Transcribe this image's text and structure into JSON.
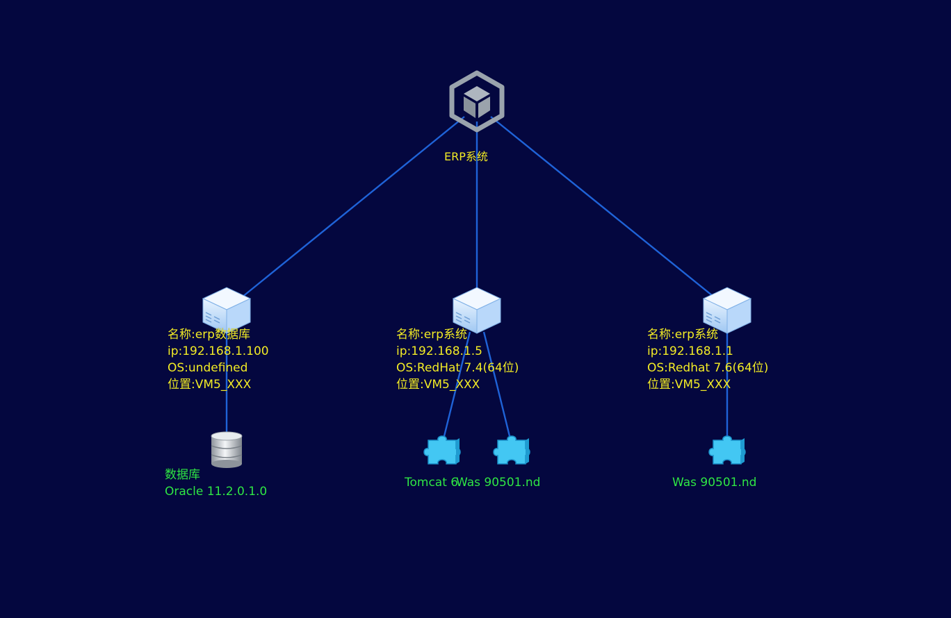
{
  "colors": {
    "background": "#04073f",
    "edge": "#1f63d8",
    "node_label": "#f3ec2b",
    "app_label": "#2fe64a",
    "system_icon": "#9aa3ad",
    "server_icon": "#cfe6ff",
    "middleware_icon": "#43c7f3"
  },
  "system": {
    "icon": "cube-hexagon-icon",
    "label": "ERP系统"
  },
  "servers": [
    {
      "icon": "server-icon",
      "name": "名称:erp数据库",
      "ip": "ip:192.168.1.100",
      "os": "OS:undefined",
      "location": "位置:VM5_XXX"
    },
    {
      "icon": "server-icon",
      "name": "名称:erp系统",
      "ip": "ip:192.168.1.5",
      "os": "OS:RedHat 7.4(64位)",
      "location": "位置:VM5_XXX"
    },
    {
      "icon": "server-icon",
      "name": "名称:erp系统",
      "ip": "ip:192.168.1.1",
      "os": "OS:Redhat 7.6(64位)",
      "location": "位置:VM5_XXX"
    }
  ],
  "apps": [
    {
      "icon": "database-icon",
      "type": "数据库",
      "name": "Oracle 11.2.0.1.0"
    },
    {
      "icon": "puzzle-icon",
      "name": "Tomcat 6"
    },
    {
      "icon": "puzzle-icon",
      "name": "Was 90501.nd"
    },
    {
      "icon": "puzzle-icon",
      "name": "Was 90501.nd"
    }
  ]
}
